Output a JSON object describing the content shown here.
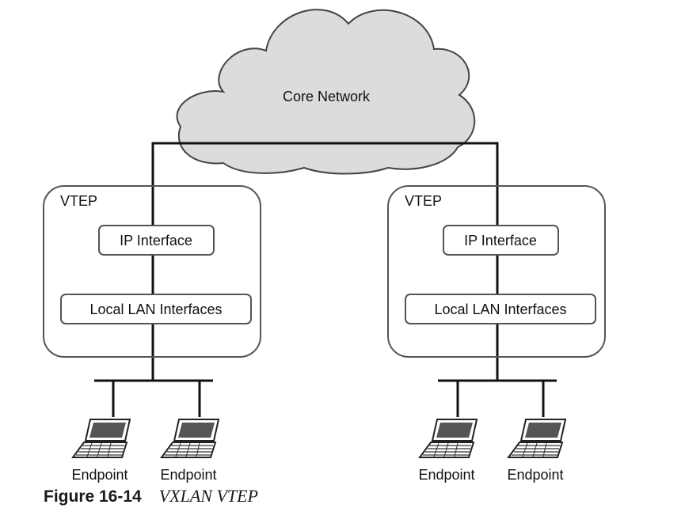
{
  "cloud": {
    "label": "Core Network"
  },
  "vteps": [
    {
      "title": "VTEP",
      "ip_interface": "IP Interface",
      "lan_interfaces": "Local LAN Interfaces",
      "endpoints": [
        "Endpoint",
        "Endpoint"
      ]
    },
    {
      "title": "VTEP",
      "ip_interface": "IP Interface",
      "lan_interfaces": "Local LAN Interfaces",
      "endpoints": [
        "Endpoint",
        "Endpoint"
      ]
    }
  ],
  "caption": {
    "number": "Figure 16-14",
    "title": "VXLAN VTEP"
  },
  "icons": {
    "endpoint": "laptop-icon",
    "network": "cloud-icon"
  },
  "colors": {
    "cloud_fill": "#dcdcdc",
    "line": "#111111",
    "box_stroke": "#555555"
  }
}
